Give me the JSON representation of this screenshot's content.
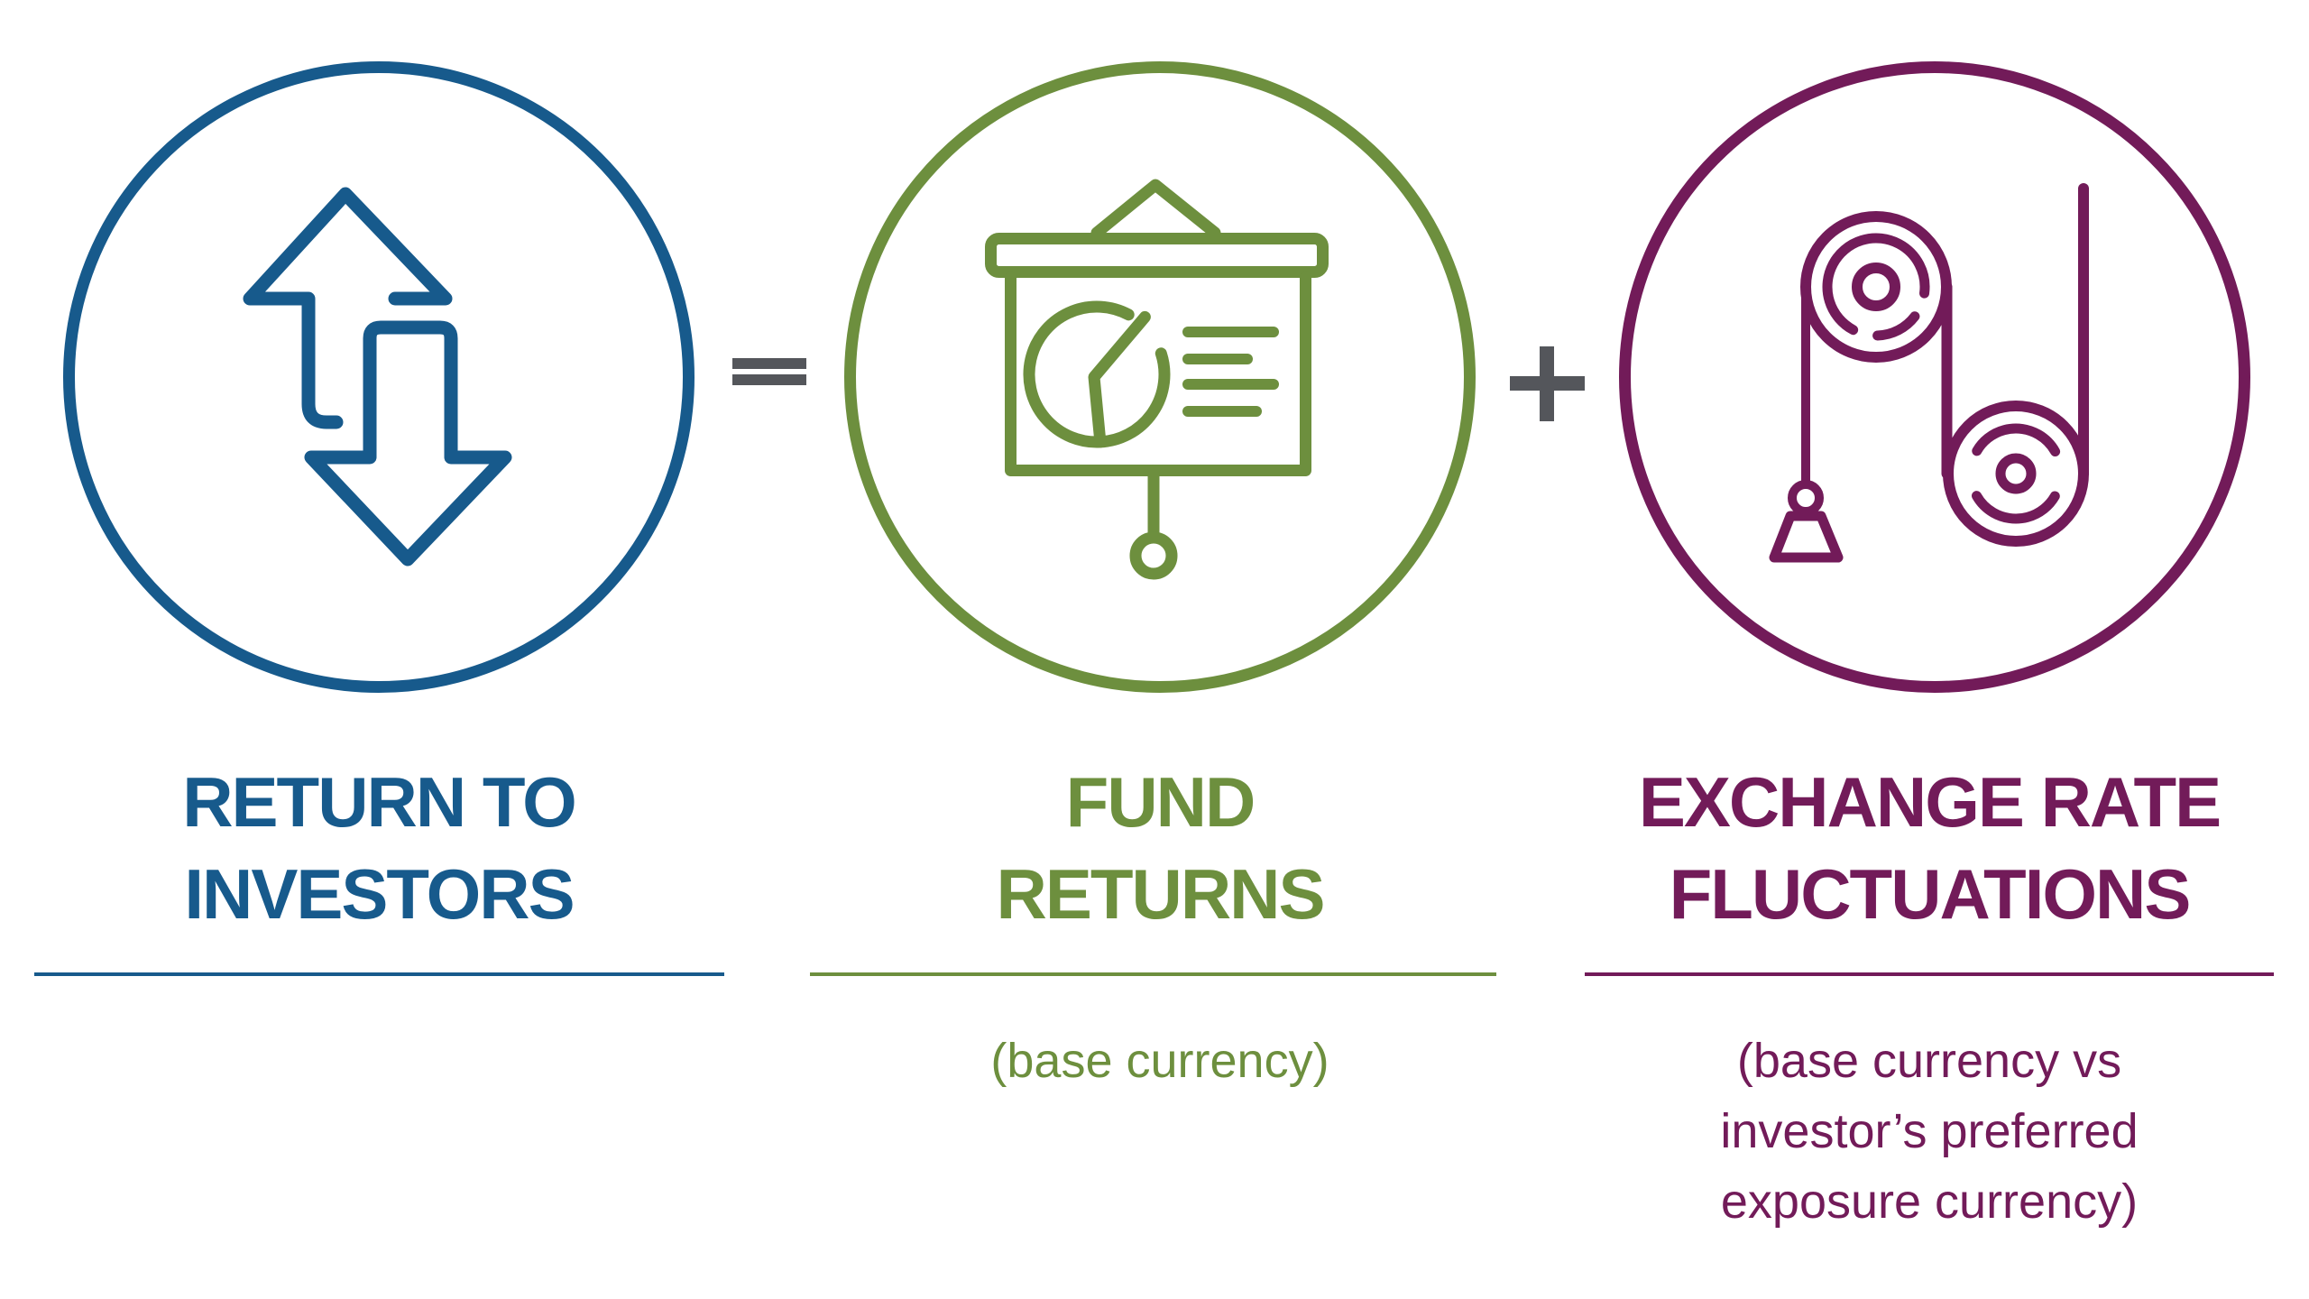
{
  "diagram": {
    "description": "Formula infographic: Return to investors = Fund returns + Exchange rate fluctuations",
    "columns": [
      {
        "id": "return-to-investors",
        "icon": "up-down-arrows-icon",
        "title_line1": "RETURN TO",
        "title_line2": "INVESTORS",
        "color": "#175A8C"
      },
      {
        "id": "fund-returns",
        "icon": "presentation-pie-chart-icon",
        "title_line1": "FUND",
        "title_line2": "RETURNS",
        "caption_line1": "(base currency)",
        "color": "#6D8F3E"
      },
      {
        "id": "exchange-rate-fluctuations",
        "icon": "pulley-icon",
        "title_line1": "EXCHANGE RATE",
        "title_line2": "FLUCTUATIONS",
        "caption_line1": "(base currency vs",
        "caption_line2": "investor’s preferred",
        "caption_line3": "exposure currency)",
        "color": "#721B59"
      }
    ],
    "operators": {
      "equals": "=",
      "plus": "+",
      "color": "#54565B"
    }
  }
}
